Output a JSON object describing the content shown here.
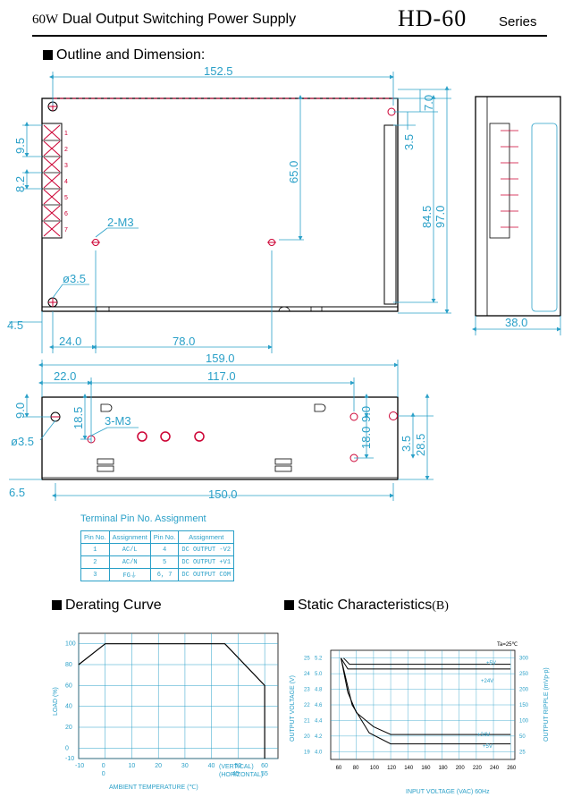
{
  "header": {
    "wattage": "60W",
    "title": "Dual Output Switching Power Supply",
    "model": "HD-60",
    "series": "Series"
  },
  "outline": {
    "title": "Outline and Dimension:",
    "top_view": {
      "width": "152.5",
      "d7_0": "7.0",
      "d3_5": "3.5",
      "d65_0": "65.0",
      "d84_5": "84.5",
      "d97_0": "97.0",
      "d9_5": "9.5",
      "d8_2": "8.2",
      "m3": "2-M3",
      "hole": "ø3.5",
      "d4_5": "4.5",
      "d24_0": "24.0",
      "d78_0": "78.0",
      "terminals": [
        "1",
        "2",
        "3",
        "4",
        "5",
        "6",
        "7"
      ]
    },
    "side_view": {
      "width": "38.0"
    },
    "bottom_view": {
      "d159": "159.0",
      "d22": "22.0",
      "d117": "117.0",
      "d9_0a": "9.0",
      "d18_5": "18.5",
      "m3": "3-M3",
      "hole": "ø3.5",
      "d9_0b": "9.0",
      "d18_0": "18.0",
      "d3_5": "3.5",
      "d28_5": "28.5",
      "d6_5": "6.5",
      "d150": "150.0"
    }
  },
  "pin_table": {
    "title": "Terminal Pin No. Assignment",
    "headers": [
      "Pin No.",
      "Assignment",
      "Pin No.",
      "Assignment"
    ],
    "rows": [
      [
        "1",
        "AC/L",
        "4",
        "DC OUTPUT -V2"
      ],
      [
        "2",
        "AC/N",
        "5",
        "DC OUTPUT +V1"
      ],
      [
        "3",
        "FG⏚",
        "6, 7",
        "DC OUTPUT COM"
      ]
    ]
  },
  "derating": {
    "title": "Derating Curve",
    "colors": {
      "line": "#2aa0c8",
      "text": "#2aa0c8"
    }
  },
  "static": {
    "title": "Static Characteristics",
    "suffix": "(B)",
    "ta": "Ta=25℃"
  },
  "chart_data": [
    {
      "type": "line",
      "title": "",
      "xlabel": "AMBIENT TEMPERATURE (℃)",
      "ylabel": "LOAD (%)",
      "x_ticks": [
        "-10",
        "0",
        "10",
        "20",
        "30",
        "40",
        "50",
        "60"
      ],
      "x_ticks_horizontal": [
        "0",
        "45",
        "55"
      ],
      "x_axis_suffix": [
        "(VERTICAL)",
        "(HORIZONTAL)"
      ],
      "y_ticks": [
        "-10",
        "0",
        "20",
        "40",
        "60",
        "80",
        "100"
      ],
      "xlim": [
        -10,
        65
      ],
      "ylim": [
        -10,
        110
      ],
      "series": [
        {
          "x": [
            -10,
            0,
            45,
            60,
            60
          ],
          "y": [
            80,
            100,
            100,
            60,
            -10
          ]
        }
      ]
    },
    {
      "type": "line",
      "title": "",
      "xlabel": "INPUT VOLTAGE (VAC) 60Hz",
      "ylabel_left": "OUTPUT VOLTAGE (V)",
      "ylabel_right": "OUTPUT RIPPLE (mVp-p)",
      "x_ticks": [
        "60",
        "80",
        "100",
        "120",
        "140",
        "160",
        "180",
        "200",
        "220",
        "240",
        "260"
      ],
      "y_left_ticks_24v": [
        "19",
        "20",
        "21",
        "22",
        "23",
        "24",
        "25"
      ],
      "y_left_ticks_5v": [
        "4.0",
        "4.2",
        "4.4",
        "4.6",
        "4.8",
        "5.0",
        "5.2"
      ],
      "y_right_ticks": [
        "25",
        "50",
        "100",
        "150",
        "200",
        "250",
        "300"
      ],
      "xlim": [
        50,
        265
      ],
      "ylim_24v": [
        18.5,
        25.5
      ],
      "series": [
        {
          "name": "+5V",
          "x": [
            65,
            72,
            80,
            100,
            260
          ],
          "y": [
            25.0,
            24.6,
            24.6,
            24.6,
            24.6
          ]
        },
        {
          "name": "+24V",
          "x": [
            62,
            70,
            80,
            100,
            260
          ],
          "y": [
            25.0,
            24.3,
            24.3,
            24.3,
            24.3
          ]
        },
        {
          "name": "+24V",
          "x": [
            62,
            70,
            80,
            100,
            120,
            260
          ],
          "y": [
            25.0,
            22.8,
            21.5,
            20.6,
            20.1,
            20.1
          ]
        },
        {
          "name": "+5V",
          "x": [
            62,
            75,
            95,
            120,
            260
          ],
          "y": [
            25.0,
            22.0,
            20.2,
            19.5,
            19.5
          ]
        }
      ],
      "labels": [
        "+5V",
        "+24V",
        "+24V",
        "+5V"
      ]
    }
  ]
}
